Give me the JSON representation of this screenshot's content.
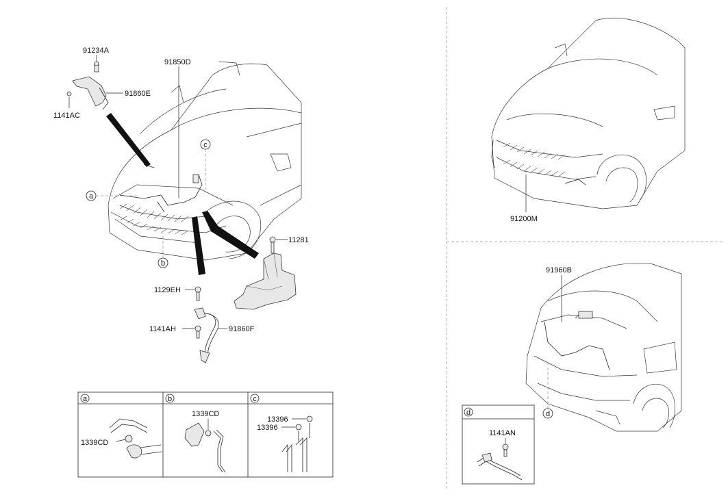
{
  "labels": {
    "p91234A": "91234A",
    "p91860E": "91860E",
    "p1141AC": "1141AC",
    "p91850D": "91850D",
    "p11281": "11281",
    "p1129EH": "1129EH",
    "p1141AH": "1141AH",
    "p91860F": "91860F",
    "p91200M": "91200M",
    "p91960B": "91960B",
    "p1141AN": "1141AN"
  },
  "callouts": {
    "a": "a",
    "b": "b",
    "c": "c",
    "d": "d"
  },
  "details": {
    "a": {
      "header": "a",
      "part": "1339CD"
    },
    "b": {
      "header": "b",
      "part": "1339CD"
    },
    "c": {
      "header": "c",
      "part1": "13396",
      "part2": "13396"
    },
    "d": {
      "header": "d",
      "part": "1141AN"
    }
  },
  "colors": {
    "line": "#222222",
    "fill_part": "#e8e8e8",
    "divider": "#999999"
  }
}
